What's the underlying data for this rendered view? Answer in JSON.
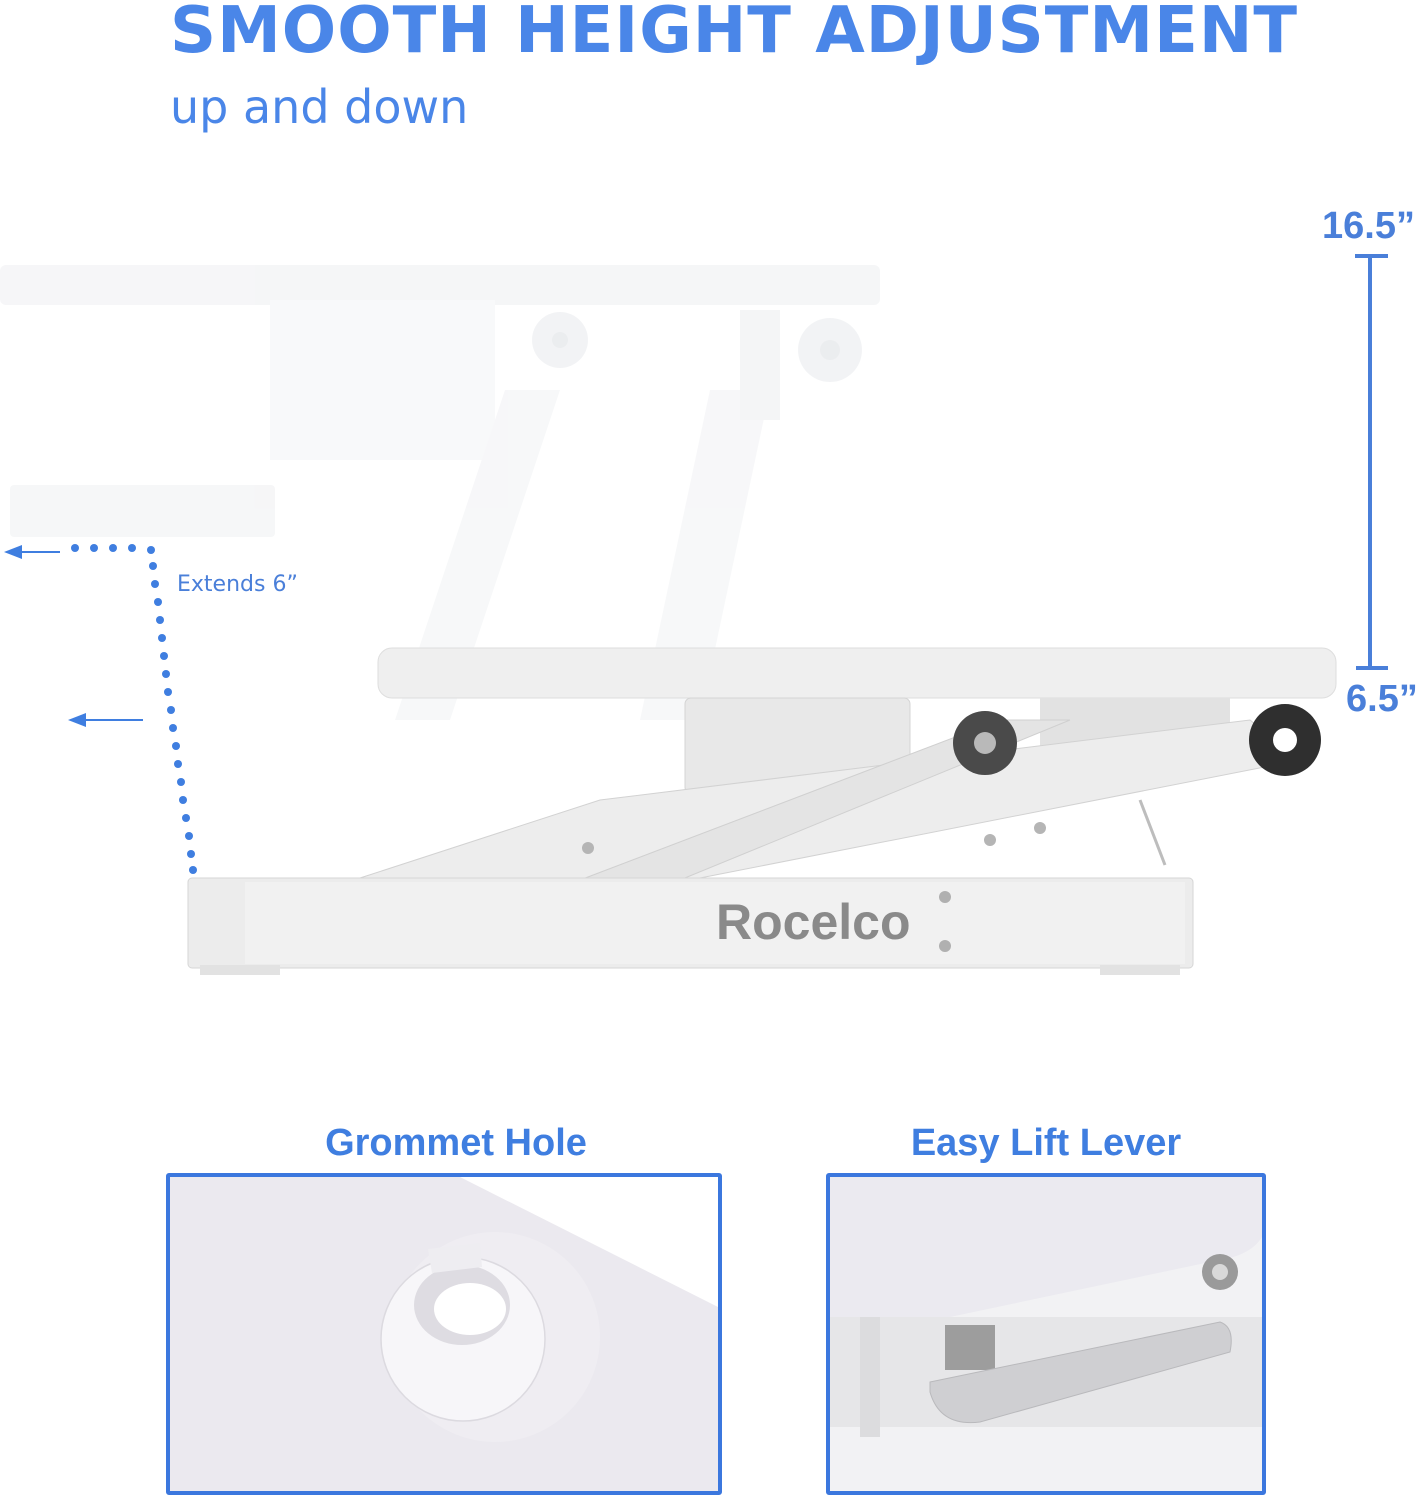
{
  "header": {
    "title": "SMOOTH HEIGHT ADJUSTMENT",
    "subtitle": "up and down"
  },
  "product": {
    "brand": "Rocelco"
  },
  "height_range": {
    "max_label": "16.5”",
    "min_label": "6.5”"
  },
  "extension": {
    "label": "Extends 6”"
  },
  "features": [
    {
      "caption": "Grommet Hole"
    },
    {
      "caption": "Easy Lift Lever"
    }
  ],
  "colors": {
    "accent": "#4a86e8",
    "caption": "#3f7ee0",
    "border": "#3b77de",
    "brand_text": "#8a8a8a",
    "product_white": "#f4f4f4"
  }
}
